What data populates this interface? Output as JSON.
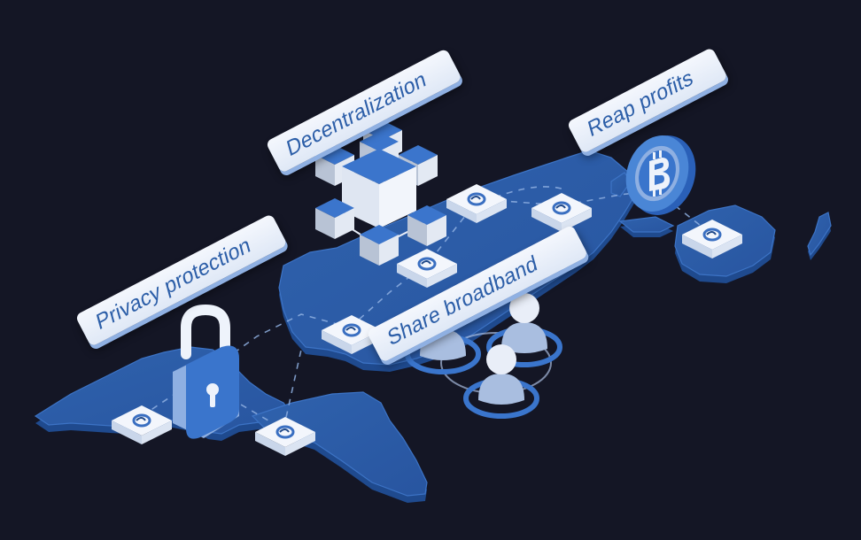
{
  "scene": {
    "description": "Isometric illustration of a blue world map with network nodes and feature labels",
    "background_color": "#141625",
    "map_color": "#2b5ba3",
    "map_edge_color": "#1f4888",
    "accent_color": "#3a75cc",
    "light_color": "#e8eef8"
  },
  "labels": {
    "privacy": "Privacy protection",
    "decentralization": "Decentralization",
    "reap": "Reap profits",
    "share": "Share broadband"
  },
  "icons": {
    "lock": "padlock-icon",
    "coin": "crypto-coin-icon",
    "cubes": "blockchain-cubes-icon",
    "users": "users-group-icon",
    "node": "network-node-icon"
  }
}
